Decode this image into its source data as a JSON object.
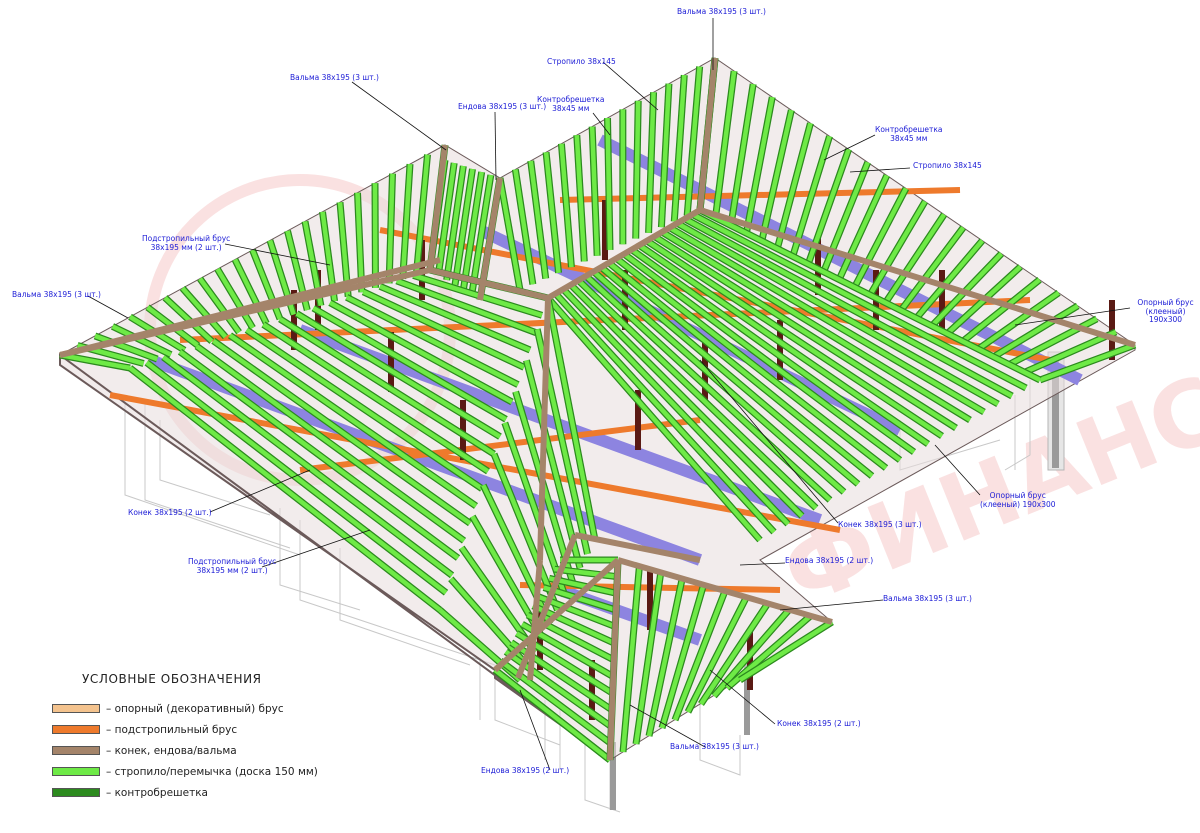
{
  "colors": {
    "background": "#ffffff",
    "roof_deck": "#e8dcdc",
    "roof_edge": "#6b5a5a",
    "wall": "#bdbdbd",
    "post": "#5a1a14",
    "beam_support": "#f4c38e",
    "beam_plate": "#ee7a2c",
    "ridge_valley_hip": "#a4846a",
    "rafter": "#6eea46",
    "counter_batten": "#2c8a1e",
    "purple_beam": "#8d84e0",
    "label_text": "#1b1bd6",
    "watermark": "#f6c9c9"
  },
  "callouts": [
    {
      "id": "hip-top",
      "text": "Вальма 38х195 (3 шт.)"
    },
    {
      "id": "rafter-top",
      "text": "Стропило 38х145"
    },
    {
      "id": "counter-top",
      "text": "Контробрешетка\n38х45 мм"
    },
    {
      "id": "valley-top",
      "text": "Ендова 38х195 (3 шт.)"
    },
    {
      "id": "hip-upper-left",
      "text": "Вальма 38х195 (3 шт.)"
    },
    {
      "id": "counter-right",
      "text": "Контробрешетка\n38х45 мм"
    },
    {
      "id": "rafter-right",
      "text": "Стропило 38х145"
    },
    {
      "id": "plate-left-upper",
      "text": "Подстропильный брус\n38х195 мм (2 шт.)"
    },
    {
      "id": "hip-left",
      "text": "Вальма 38х195 (3 шт.)"
    },
    {
      "id": "support-right",
      "text": "Опорный брус\n(клееный) 190х300"
    },
    {
      "id": "support-mid",
      "text": "Опорный брус\n(клееный) 190х300"
    },
    {
      "id": "ridge-left",
      "text": "Конек 38х195 (2 шт.)"
    },
    {
      "id": "ridge-mid",
      "text": "Конек 38х195 (3 шт.)"
    },
    {
      "id": "plate-left-lower",
      "text": "Подстропильный брус\n38х195 мм (2 шт.)"
    },
    {
      "id": "valley-mid",
      "text": "Ендова 38х195 (2 шт.)"
    },
    {
      "id": "hip-lower-right",
      "text": "Вальма 38х195 (3 шт.)"
    },
    {
      "id": "ridge-lower",
      "text": "Конек 38х195 (2 шт.)"
    },
    {
      "id": "hip-bottom",
      "text": "Вальма 38х195 (3 шт.)"
    },
    {
      "id": "valley-bottom",
      "text": "Ендова 38х195 (2 шт.)"
    }
  ],
  "watermark": {
    "text": "ФИНАНС"
  },
  "legend": {
    "title": "УСЛОВНЫЕ ОБОЗНАЧЕНИЯ",
    "items": [
      {
        "label": "– опорный (декоративный) брус",
        "color": "#f4c38e"
      },
      {
        "label": "– подстропильный брус",
        "color": "#ee7a2c"
      },
      {
        "label": "– конек, ендова/вальма",
        "color": "#a4846a"
      },
      {
        "label": "– стропило/перемычка (доска 150 мм)",
        "color": "#6eea46"
      },
      {
        "label": "– контробрешетка",
        "color": "#2c8a1e"
      }
    ]
  }
}
